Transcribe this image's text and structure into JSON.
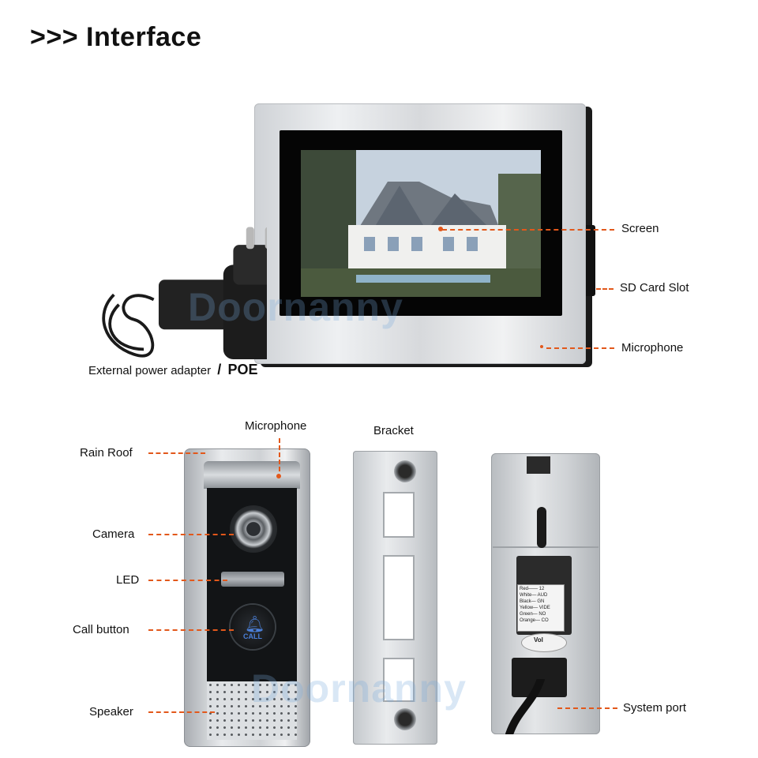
{
  "header": {
    "title": ">>> Interface"
  },
  "watermark": {
    "text": "Doornanny"
  },
  "monitor": {
    "labels": {
      "screen": "Screen",
      "sd_card_slot": "SD Card Slot",
      "microphone": "Microphone"
    },
    "power_adapter_label": "External power adapter",
    "power_separator": "/",
    "power_poe": "POE"
  },
  "outdoor": {
    "labels": {
      "microphone": "Microphone",
      "rain_roof": "Rain Roof",
      "camera": "Camera",
      "led": "LED",
      "call_button": "Call button",
      "speaker": "Speaker"
    },
    "call_text": "CALL"
  },
  "bracket": {
    "label": "Bracket"
  },
  "back": {
    "system_port": "System port",
    "wire_lines": [
      "Red—— 12",
      "White— AUD",
      "Black— GN",
      "Yellow— VIDE",
      "Green— NO",
      "Orange— CO"
    ],
    "logo_text": "Vol"
  },
  "colors": {
    "leader_line": "#e2581b",
    "call_accent": "#4a7fd8"
  },
  "icons": [
    "bell-icon"
  ]
}
